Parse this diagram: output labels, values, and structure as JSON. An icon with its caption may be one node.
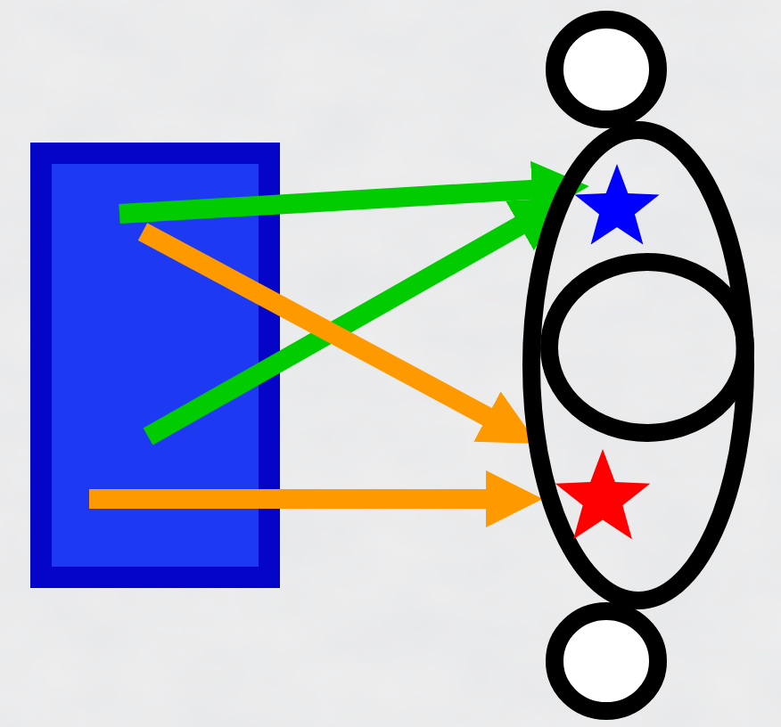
{
  "diagram": {
    "nodes": [
      {
        "text": [],
        "shape": "box"
      },
      {
        "text": [],
        "shape": "circle"
      },
      {
        "text": [],
        "shape": "ellipse"
      },
      {
        "text": [],
        "shape": "circle",
        "in": 2
      },
      {
        "text": [],
        "shape": "star",
        "in": 2
      },
      {
        "text": [],
        "shape": "star",
        "in": 2
      },
      {
        "text": [],
        "shape": "circle"
      }
    ],
    "edges": [
      {
        "from": 0,
        "to": 4,
        "arrow": "to",
        "color": "#00cc00"
      },
      {
        "from": 0,
        "to": 4,
        "arrow": "to",
        "color": "#00cc00"
      },
      {
        "from": 0,
        "to": 2,
        "arrow": "to",
        "color": "#ff9900"
      },
      {
        "from": 0,
        "to": 5,
        "arrow": "to",
        "color": "#ff9900"
      }
    ]
  }
}
